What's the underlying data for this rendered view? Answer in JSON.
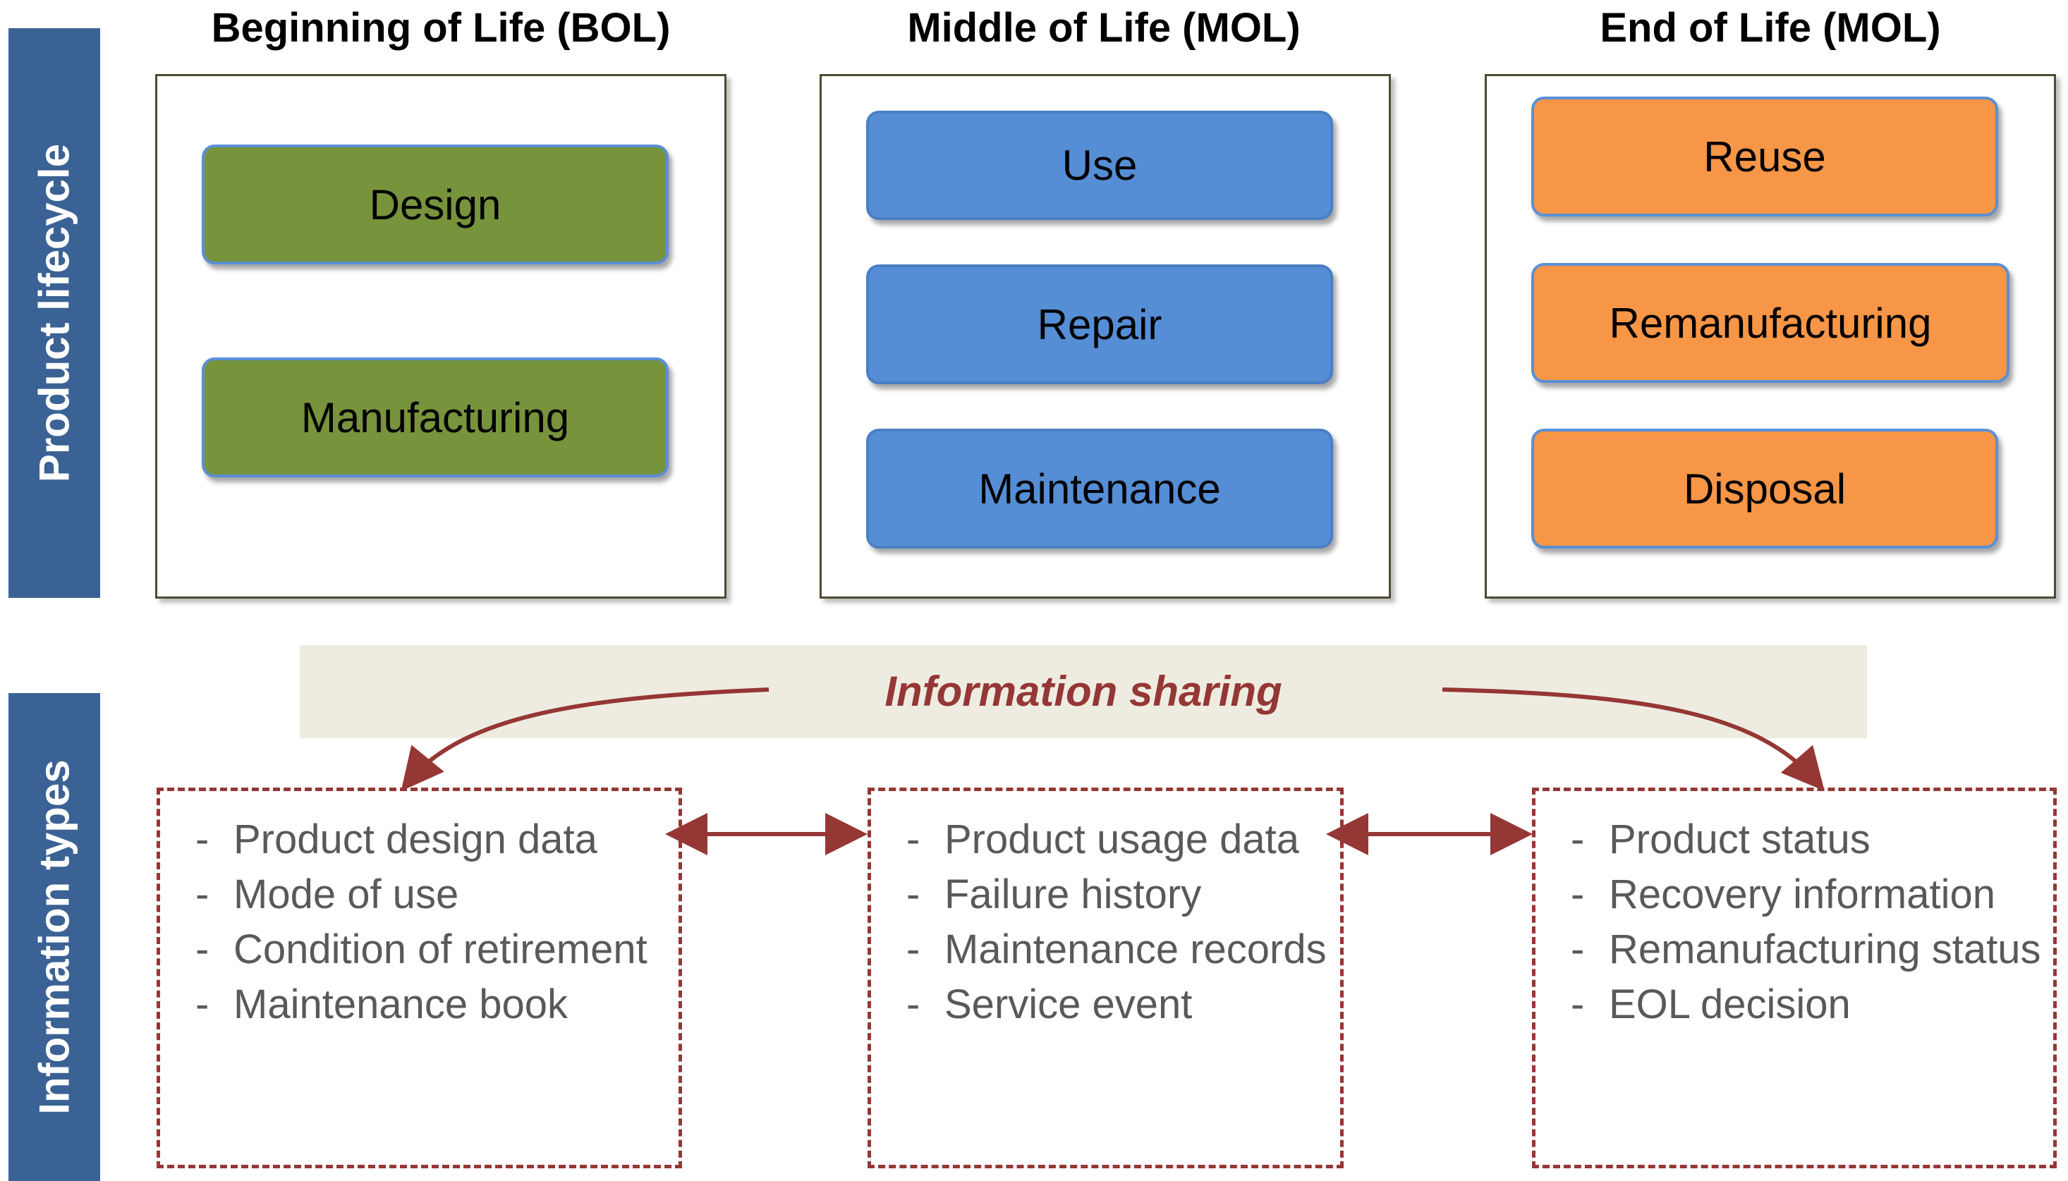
{
  "side_labels": {
    "lifecycle": "Product lifecycle",
    "info_types": "Information types"
  },
  "stages": [
    {
      "title": "Beginning of Life (BOL)",
      "activities": [
        "Design",
        "Manufacturing"
      ],
      "color": "#77933C"
    },
    {
      "title": "Middle of Life (MOL)",
      "activities": [
        "Use",
        "Repair",
        "Maintenance"
      ],
      "color": "#558ED5"
    },
    {
      "title": "End of Life (MOL)",
      "activities": [
        "Reuse",
        "Remanufacturing",
        "Disposal"
      ],
      "color": "#F79646"
    }
  ],
  "info_sharing": {
    "label": "Information sharing",
    "color": "#953735"
  },
  "info_boxes": [
    {
      "items": [
        "Product design data",
        "Mode of use",
        "Condition of retirement",
        "Maintenance book"
      ]
    },
    {
      "items": [
        "Product usage data",
        "Failure history",
        "Maintenance records",
        "Service event"
      ]
    },
    {
      "items": [
        "Product status",
        "Recovery information",
        "Remanufacturing status",
        "EOL decision"
      ]
    }
  ],
  "colors": {
    "side_band": "#3B6294",
    "share_band": "#EEECE1",
    "arrow": "#953735"
  }
}
